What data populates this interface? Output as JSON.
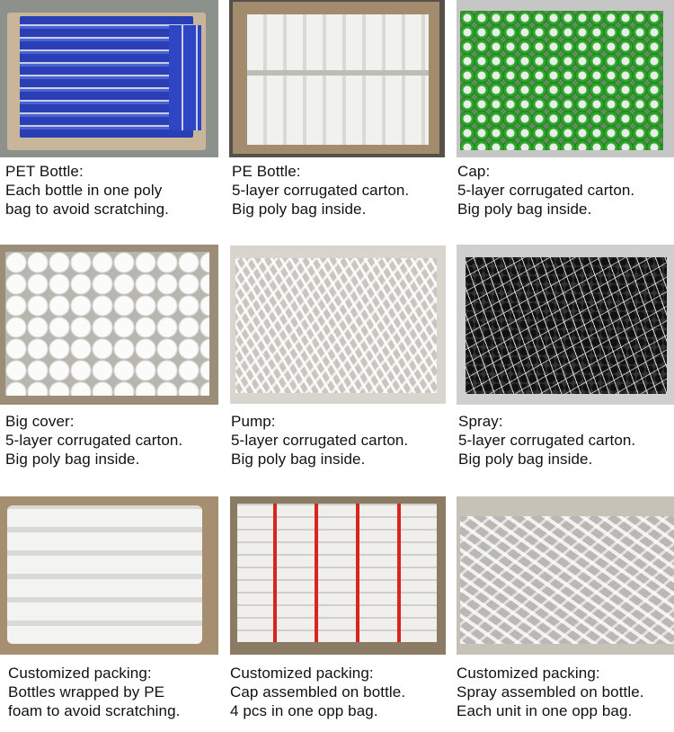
{
  "panels": [
    {
      "id": "pet-bottle",
      "image_alt": "Blue PET bottles each in a poly bag inside a carton",
      "title": "PET Bottle:",
      "lines": [
        "Each bottle in one poly",
        "bag to avoid scratching."
      ]
    },
    {
      "id": "pe-bottle",
      "image_alt": "White PE bottles packed upright in a corrugated carton",
      "title": "PE Bottle:",
      "lines": [
        "5-layer corrugated carton.",
        "Big poly bag inside."
      ]
    },
    {
      "id": "cap",
      "image_alt": "Green caps in a big poly bag",
      "title": "Cap:",
      "lines": [
        "5-layer corrugated carton.",
        "Big poly bag inside."
      ]
    },
    {
      "id": "big-cover",
      "image_alt": "White big covers in a carton with poly bag",
      "title": "Big cover:",
      "lines": [
        "5-layer corrugated carton.",
        "Big poly bag inside."
      ]
    },
    {
      "id": "pump",
      "image_alt": "White lotion pumps loose in a poly bag",
      "title": "Pump:",
      "lines": [
        "5-layer corrugated carton.",
        "Big poly bag inside."
      ]
    },
    {
      "id": "spray",
      "image_alt": "Black spray pumps with white dip tubes in a poly bag",
      "title": "Spray:",
      "lines": [
        "5-layer corrugated carton.",
        "Big poly bag inside."
      ]
    },
    {
      "id": "custom-foam",
      "image_alt": "White bottles wrapped by PE foam in a carton",
      "title": "Customized packing:",
      "lines": [
        "Bottles wrapped by PE",
        "foam to avoid scratching."
      ]
    },
    {
      "id": "custom-cap-assembled",
      "image_alt": "Bottles with red caps packed 4 per opp bag",
      "title": "Customized packing:",
      "lines": [
        "Cap assembled on bottle.",
        "4 pcs in one opp bag."
      ]
    },
    {
      "id": "custom-spray-assembled",
      "image_alt": "Clear spray bottles each in an opp bag",
      "title": "Customized packing:",
      "lines": [
        "Spray assembled on bottle.",
        "Each unit in one opp bag."
      ]
    }
  ]
}
